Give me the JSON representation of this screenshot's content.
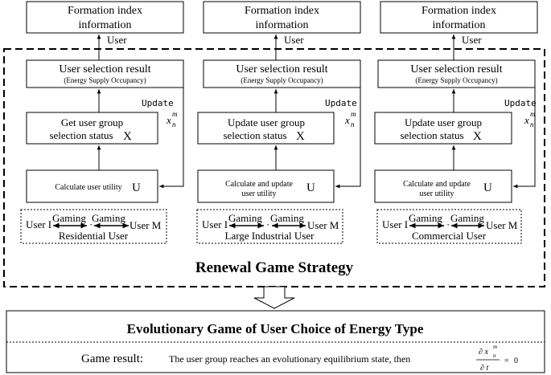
{
  "columns": [
    {
      "top_title_line1": "Formation index",
      "top_title_line2": "information",
      "arrow_label": "User",
      "selection_line1": "User selection result",
      "selection_line2": "(Energy Supply Occupancy)",
      "update_label": "Update",
      "var_symbol": "x",
      "var_sub": "n",
      "var_sup": "m",
      "status_line1": "Get user group",
      "status_line2": "selection status",
      "status_symbol": "X",
      "utility_line1": "Calculate user utility",
      "utility_line2": "",
      "utility_symbol": "U",
      "game_left": "User I",
      "game_mid1": "Gaming",
      "game_mid2": "Gaming",
      "game_right": "User M",
      "game_dots": "·",
      "game_group": "Residential User"
    },
    {
      "top_title_line1": "Formation index",
      "top_title_line2": "information",
      "arrow_label": "User",
      "selection_line1": "User selection result",
      "selection_line2": "(Energy Supply Occupancy)",
      "update_label": "Update",
      "var_symbol": "x",
      "var_sub": "n",
      "var_sup": "m",
      "status_line1": "Update user group",
      "status_line2": "selection status",
      "status_symbol": "X",
      "utility_line1": "Calculate and update",
      "utility_line2": "user utility",
      "utility_symbol": "U",
      "game_left": "User I",
      "game_mid1": "Gaming",
      "game_mid2": "Gaming",
      "game_right": "User M",
      "game_dots": "·",
      "game_group": "Large Industrial User"
    },
    {
      "top_title_line1": "Formation index",
      "top_title_line2": "information",
      "arrow_label": "User",
      "selection_line1": "User selection result",
      "selection_line2": "(Energy Supply Occupancy)",
      "update_label": "Update",
      "var_symbol": "x",
      "var_sub": "n",
      "var_sup": "m",
      "status_line1": "Update user group",
      "status_line2": "selection status",
      "status_symbol": "X",
      "utility_line1": "Calculate and update",
      "utility_line2": "user utility",
      "utility_symbol": "U",
      "game_left": "User I",
      "game_mid1": "Gaming",
      "game_mid2": "Gaming",
      "game_right": "User M",
      "game_dots": "·",
      "game_group": "Commercial User"
    }
  ],
  "strategy_title": "Renewal Game Strategy",
  "bottom": {
    "title": "Evolutionary Game of User Choice of Energy Type",
    "result_label": "Game result:",
    "result_text": "The user group reaches an evolutionary equilibrium state, then",
    "formula_num": "∂ x",
    "formula_sup": "m",
    "formula_sub": "n",
    "formula_den": "∂ t",
    "formula_eq": "=",
    "formula_zero": "0"
  }
}
